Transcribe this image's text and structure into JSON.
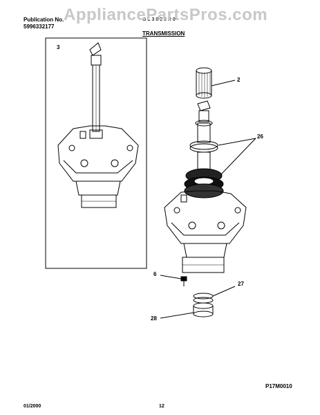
{
  "header": {
    "publication_label": "Publication No.",
    "publication_number": "5996332177",
    "model_partial": "G L 3 0 2 8 R 0",
    "watermark": "AppliancePartsPros.com"
  },
  "section_title": "TRANSMISSION",
  "callouts": {
    "inset": "3",
    "spline": "2",
    "seals": "26",
    "screw": "6",
    "bushing_top": "27",
    "bushing_bottom": "28"
  },
  "diagram_code": "P17M0010",
  "footer": {
    "date": "01/2000",
    "page": "12"
  }
}
